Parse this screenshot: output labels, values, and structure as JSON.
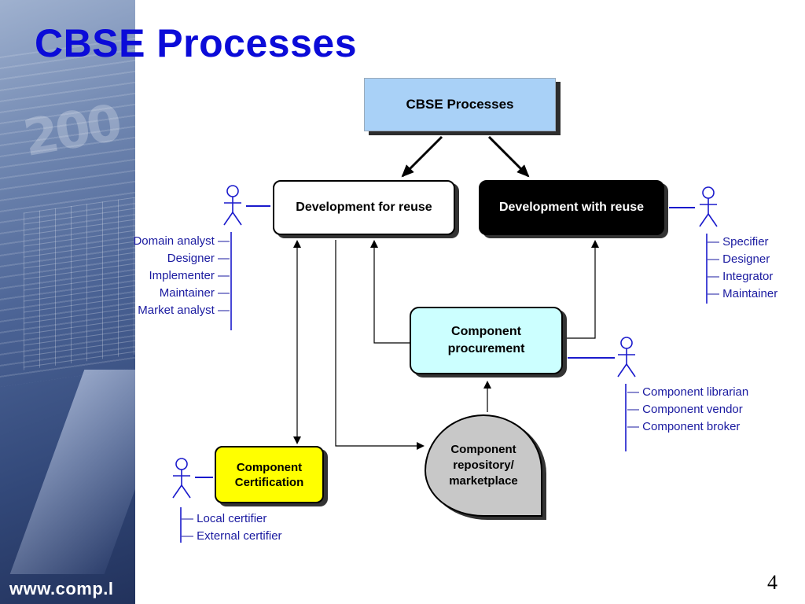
{
  "slide": {
    "title": "CBSE Processes",
    "url": "www.comp.l",
    "page_number": "4"
  },
  "diagram": {
    "root": "CBSE Processes",
    "dev_for_reuse": "Development for reuse",
    "dev_with_reuse": "Development with reuse",
    "procurement": [
      "Component",
      "procurement"
    ],
    "certification": [
      "Component",
      "Certification"
    ],
    "repository": [
      "Component",
      "repository/",
      "marketplace"
    ]
  },
  "roles": {
    "dev_for_reuse": [
      "Domain analyst",
      "Designer",
      "Implementer",
      "Maintainer",
      "Market analyst"
    ],
    "dev_with_reuse": [
      "Specifier",
      "Designer",
      "Integrator",
      "Maintainer"
    ],
    "procurement": [
      "Component librarian",
      "Component vendor",
      "Component broker"
    ],
    "certification": [
      "Local certifier",
      "External certifier"
    ]
  },
  "colors": {
    "title": "#0b0bd8",
    "root_box": "#a9d1f7",
    "procurement_box": "#ccffff",
    "certification_box": "#ffff00",
    "repository_box": "#c8c8c8",
    "actor": "#1a1acc"
  }
}
